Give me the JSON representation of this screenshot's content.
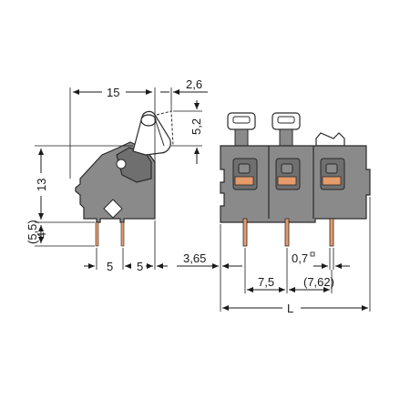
{
  "dimensions": {
    "width_side": "15",
    "lever_width": "2,6",
    "lever_height": "5,2",
    "height": "13",
    "height_paren": "(5,5)",
    "pin_length": "4",
    "pitch_a": "5",
    "pitch_b": "5",
    "offset": "3,65",
    "pin_size": "0,7",
    "pitch_front": "7,5",
    "pitch_front_alt": "(7,62)",
    "total_length": "L"
  },
  "colors": {
    "housing": "#8a8a8a",
    "housing_dark": "#6f6f6f",
    "contact": "#e79a6a",
    "line": "#1a1a1a"
  },
  "icons": {
    "square_symbol": "small-square-superscript"
  }
}
